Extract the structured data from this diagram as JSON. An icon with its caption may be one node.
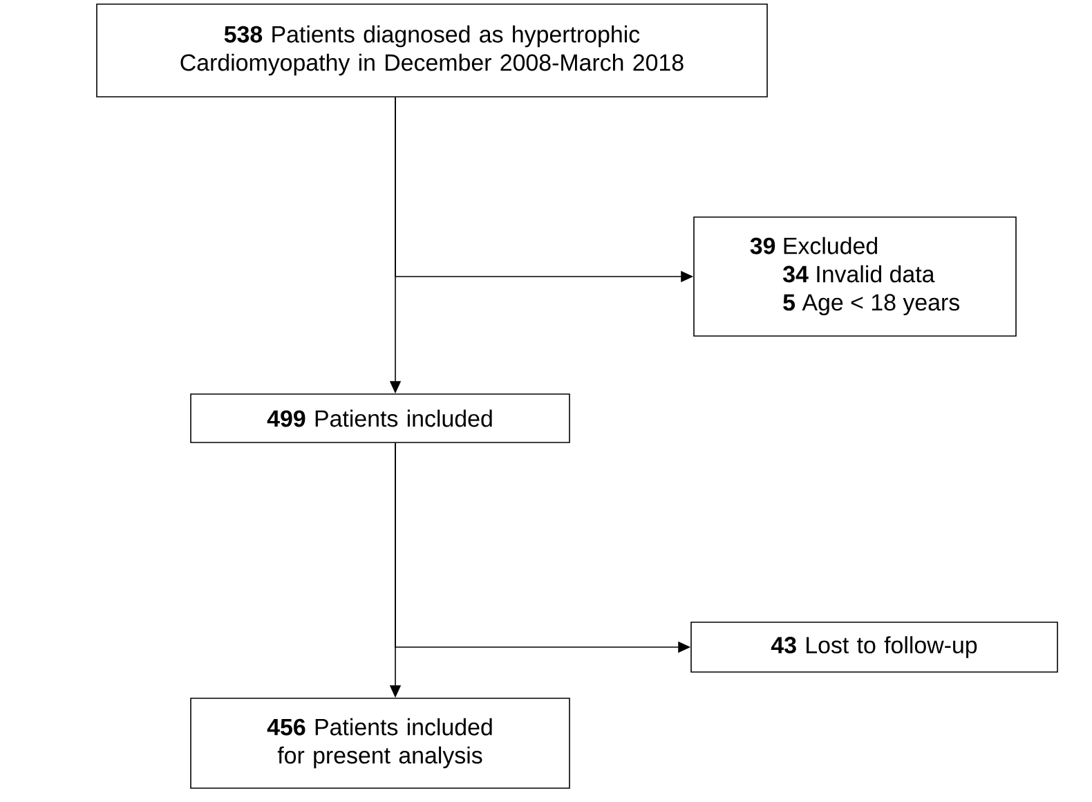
{
  "diagram": {
    "nodes": [
      {
        "text": [
          "**538** Patients diagnosed as hypertrophic Cardiomyopathy in December 2008-March 2018"
        ]
      },
      {
        "text": [
          "**39** Excluded",
          "**34** Invalid data",
          "**5** Age < 18 years"
        ]
      },
      {
        "text": [
          "**499** Patients included"
        ]
      },
      {
        "text": [
          "**43** Lost to follow-up"
        ]
      },
      {
        "text": [
          "**456** Patients included for present analysis"
        ]
      }
    ],
    "edges": [
      {
        "from": 0,
        "to": 1,
        "arrow": "to"
      },
      {
        "from": 0,
        "to": 2,
        "arrow": "to"
      },
      {
        "from": 2,
        "to": 3,
        "arrow": "to"
      },
      {
        "from": 2,
        "to": 4,
        "arrow": "to"
      }
    ]
  }
}
